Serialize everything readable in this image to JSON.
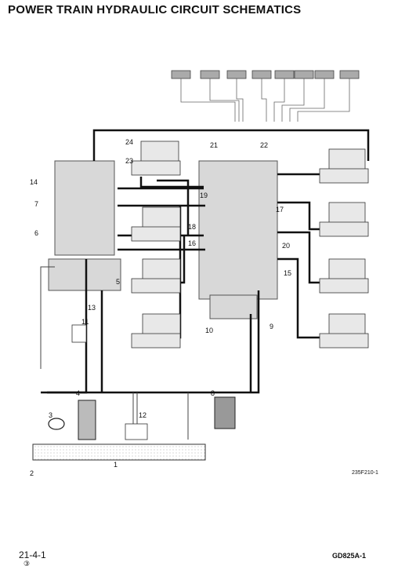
{
  "header": {
    "title": "POWER TRAIN HYDRAULIC CIRCUIT SCHEMATICS"
  },
  "diagram": {
    "figure_id": "235F210-1",
    "callouts": [
      "1",
      "2",
      "3",
      "4",
      "5",
      "6",
      "7",
      "8",
      "9",
      "10",
      "11",
      "12",
      "13",
      "14",
      "15",
      "16",
      "17",
      "18",
      "19",
      "20",
      "21",
      "22",
      "23",
      "24"
    ]
  },
  "footer": {
    "page_number": "21-4-1",
    "revision_mark": "③",
    "model": "GD825A-1"
  }
}
